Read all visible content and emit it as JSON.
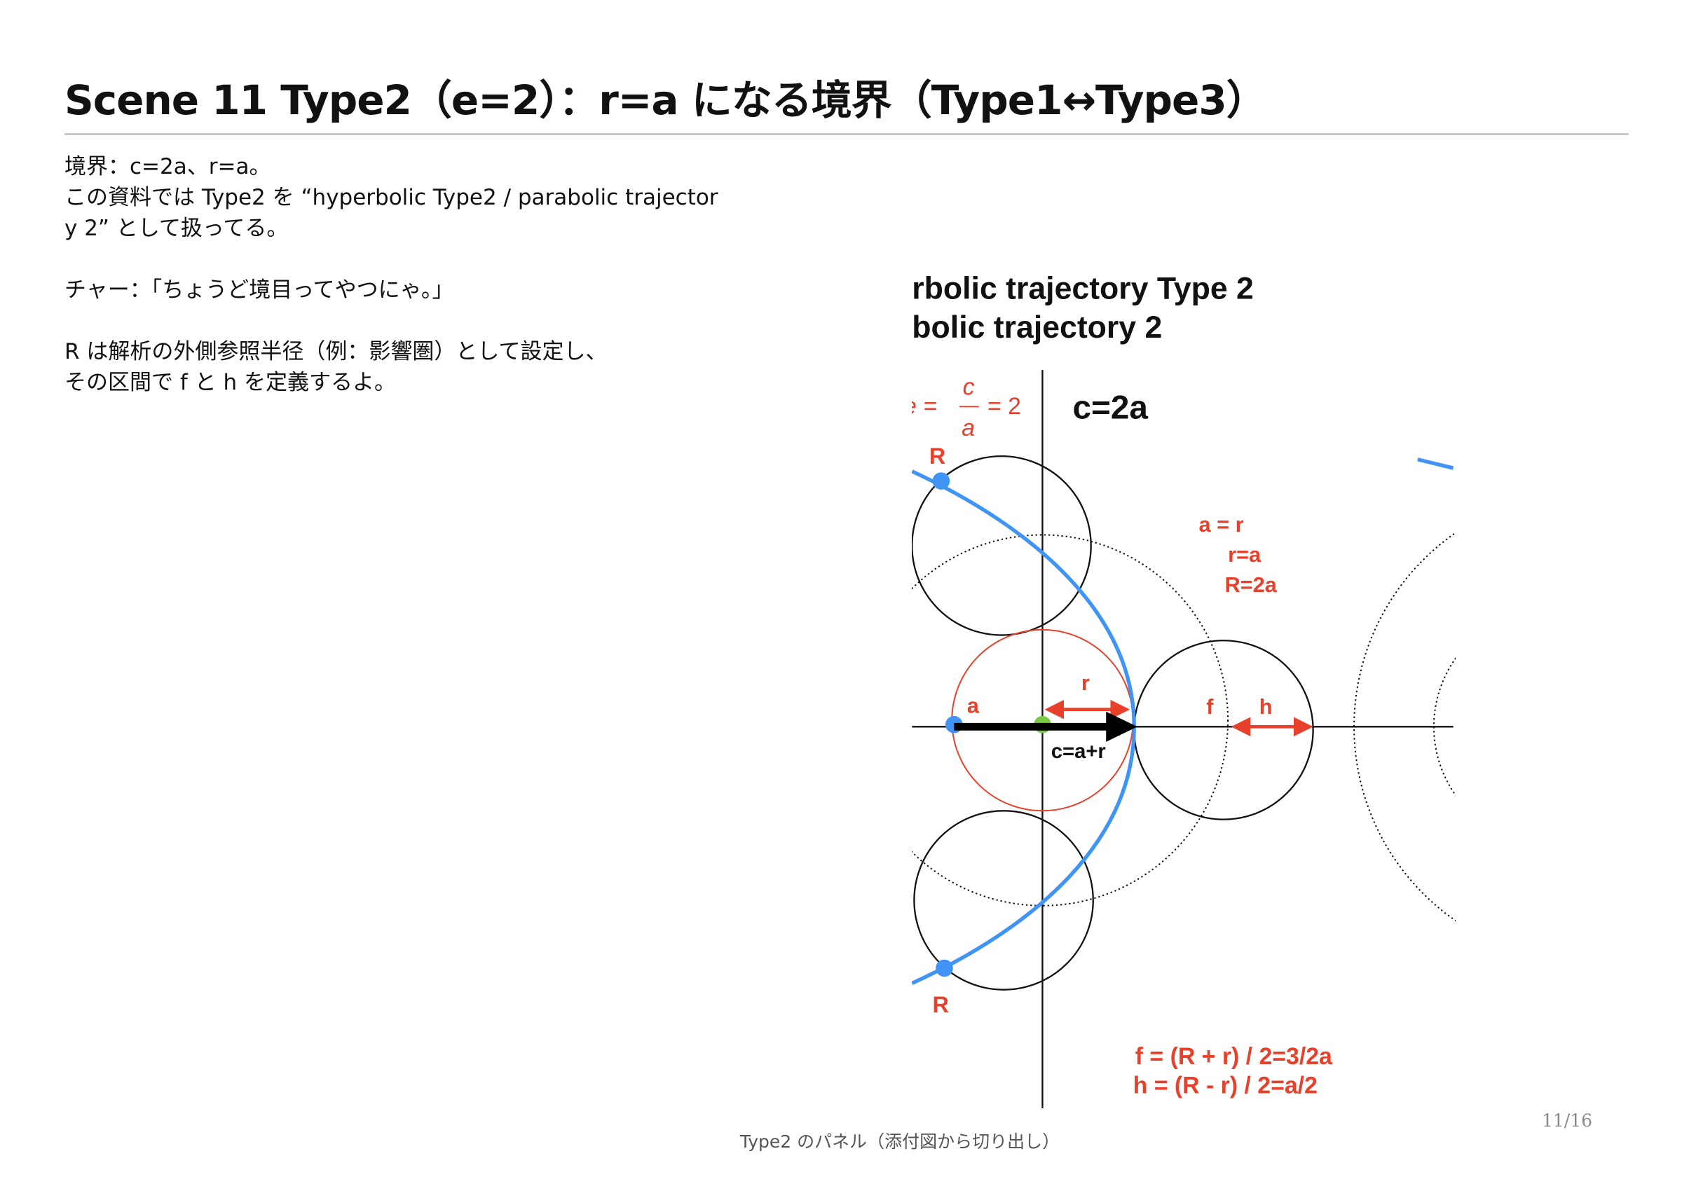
{
  "slide": {
    "title": "Scene 11  Type2（e=2）：r=a になる境界（Type1↔Type3）",
    "body": [
      "境界：c=2a、r=a。",
      "この資料では Type2 を “hyperbolic Type2 / parabolic trajector",
      "y 2” として扱ってる。",
      "チャー：「ちょうど境目ってやつにゃ。」",
      "R は解析の外側参照半径（例：影響圏）として設定し、",
      "その区間で f と h を定義するよ。"
    ],
    "caption": "Type2 のパネル（添付図から切り出し）",
    "page_number": "11/16"
  },
  "figure": {
    "heading1": "rbolic trajectory Type 2",
    "heading2": "bolic trajectory 2",
    "eq_e": "e = ",
    "eq_c": "c",
    "eq_a": "a",
    "eq_2": "= 2",
    "c_eq": "c=2a",
    "label_R_top": "R",
    "label_R_bottom": "R",
    "label_a_eq_r": "a = r",
    "label_r_eq_a": "r=a",
    "label_R_eq_2a": "R=2a",
    "label_r": "r",
    "label_a": "a",
    "label_c_sum": "c=a+r",
    "label_f": "f",
    "label_h": "h",
    "formula_f": "f = (R + r) / 2=3/2a",
    "formula_h": "h = (R - r) / 2=a/2",
    "colors": {
      "red": "#e8412b",
      "blue": "#3f94f5",
      "green": "#7ac943",
      "black": "#111111"
    }
  }
}
